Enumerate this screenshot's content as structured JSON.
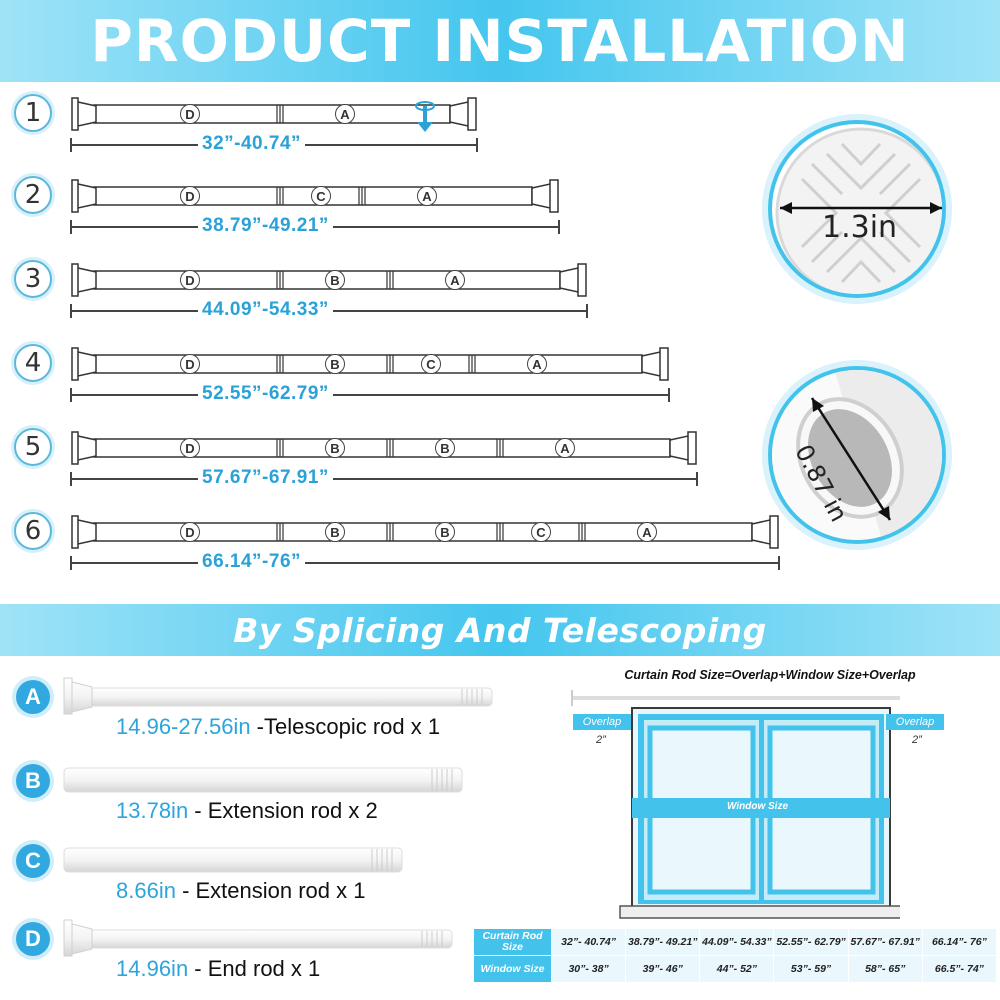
{
  "title": "PRODUCT INSTALLATION",
  "steps": [
    {
      "num": "1",
      "segments": [
        "D",
        "A"
      ],
      "range": "32”-40.74”"
    },
    {
      "num": "2",
      "segments": [
        "D",
        "C",
        "A"
      ],
      "range": "38.79”-49.21”"
    },
    {
      "num": "3",
      "segments": [
        "D",
        "B",
        "A"
      ],
      "range": "44.09”-54.33”"
    },
    {
      "num": "4",
      "segments": [
        "D",
        "B",
        "C",
        "A"
      ],
      "range": "52.55”-62.79”"
    },
    {
      "num": "5",
      "segments": [
        "D",
        "B",
        "B",
        "A"
      ],
      "range": "57.67”-67.91”"
    },
    {
      "num": "6",
      "segments": [
        "D",
        "B",
        "B",
        "C",
        "A"
      ],
      "range": "66.14”-76”"
    }
  ],
  "details": {
    "end_diameter": "1.3in",
    "tube_diameter": "0.87 in"
  },
  "subtitle": "By Splicing And Telescoping",
  "parts": [
    {
      "badge": "A",
      "length": "14.96-27.56in",
      "desc": " -Telescopic rod x 1"
    },
    {
      "badge": "B",
      "length": "13.78in",
      "desc": " - Extension rod x 2"
    },
    {
      "badge": "C",
      "length": "8.66in",
      "desc": " - Extension rod x 1"
    },
    {
      "badge": "D",
      "length": "14.96in",
      "desc": " - End  rod x 1"
    }
  ],
  "diagram": {
    "title": "Curtain Rod Size=Overlap+Window Size+Overlap",
    "overlap_label": "Overlap",
    "overlap_value": "2”",
    "window_label": "Window Size"
  },
  "size_table": {
    "row1_head": "Curtain Rod Size",
    "row2_head": "Window Size",
    "curtain_sizes": [
      "32”- 40.74”",
      "38.79”- 49.21”",
      "44.09”- 54.33”",
      "52.55”- 62.79”",
      "57.67”- 67.91”",
      "66.14”- 76”"
    ],
    "window_sizes": [
      "30”- 38”",
      "39”- 46”",
      "44”- 52”",
      "53”- 59”",
      "58”- 65”",
      "66.5”- 74”"
    ]
  },
  "colors": {
    "accent": "#43c3ec",
    "accent_dark": "#2aa2d8"
  }
}
